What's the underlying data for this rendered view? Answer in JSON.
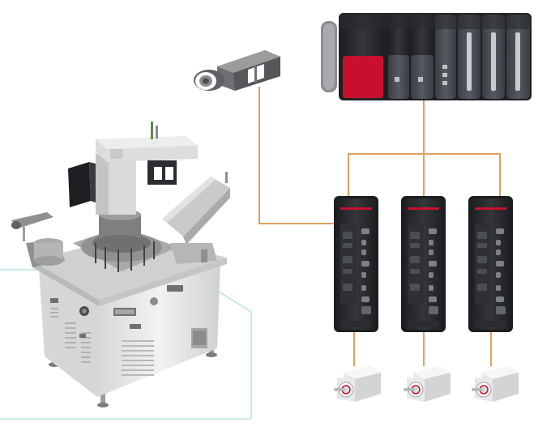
{
  "diagram": {
    "components": {
      "machine": "assembly-machine",
      "camera": "industrial-camera",
      "plc": "plc-rack",
      "drives": [
        "servo-drive",
        "servo-drive",
        "servo-drive"
      ],
      "motors": [
        "servo-motor",
        "servo-motor",
        "servo-motor"
      ]
    },
    "colors": {
      "cable": "#e0a060",
      "accent_red": "#c8102e",
      "module_dark": "#2a2a2e",
      "module_mid": "#4a4d52",
      "machine_body": "#e6e7e6",
      "outline_teal": "#b7e3de"
    },
    "icons": [
      "camera-icon",
      "plc-icon",
      "drive-icon",
      "motor-icon",
      "machine-icon"
    ]
  }
}
